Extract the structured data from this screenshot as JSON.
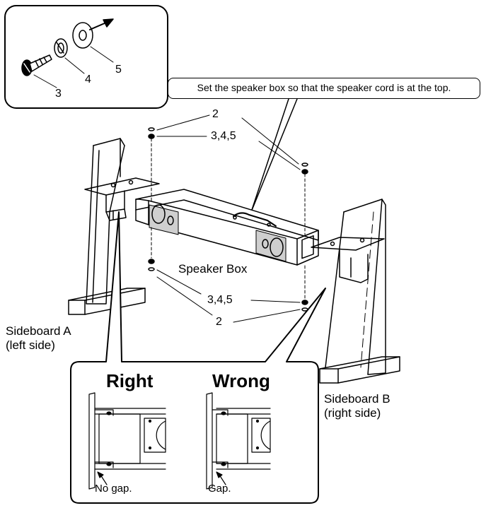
{
  "note": "Set the speaker box so that the speaker cord is at the top.",
  "inset_parts": [
    "3",
    "4",
    "5"
  ],
  "callout_labels": {
    "washer_top": "2",
    "screws_top": "3,4,5",
    "screws_bottom": "3,4,5",
    "washer_bottom": "2"
  },
  "speaker_box_label": "Speaker Box",
  "sideboard_a": {
    "line1": "Sideboard A",
    "line2": "(left side)"
  },
  "sideboard_b": {
    "line1": "Sideboard B",
    "line2": "(right side)"
  },
  "detail": {
    "right": {
      "heading": "Right",
      "caption": "No gap."
    },
    "wrong": {
      "heading": "Wrong",
      "caption": "Gap."
    }
  }
}
